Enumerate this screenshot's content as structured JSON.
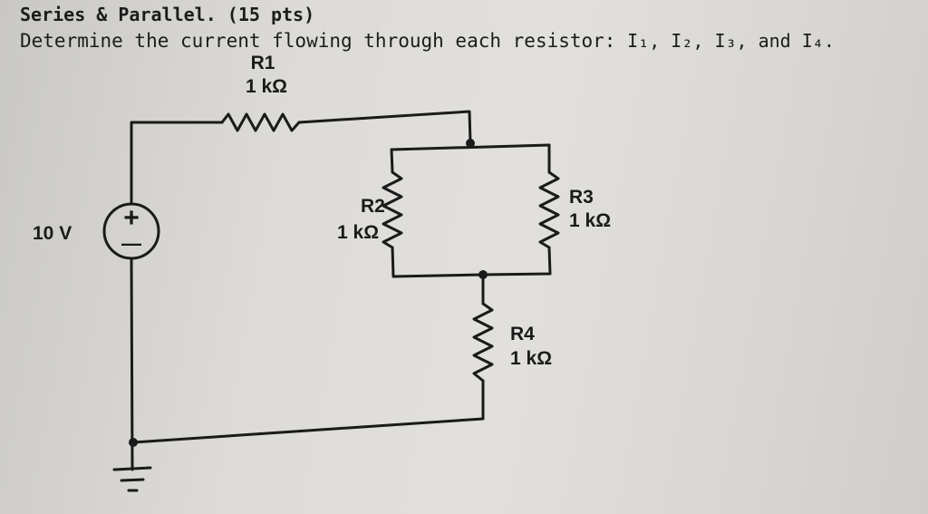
{
  "problem": {
    "title": "Series & Parallel. (15 pts)",
    "prompt": "Determine the current flowing through each resistor:",
    "targets": "I₁, I₂, I₃, and I₄."
  },
  "source": {
    "label": "10 V",
    "plus_symbol": "+",
    "minus_symbol": "—"
  },
  "resistors": [
    {
      "name": "R1",
      "value": "1 kΩ"
    },
    {
      "name": "R2",
      "value": "1 kΩ"
    },
    {
      "name": "R3",
      "value": "1 kΩ"
    },
    {
      "name": "R4",
      "value": "1 kΩ"
    }
  ],
  "colors": {
    "ink": "#1a1a1a",
    "paper": "#dddbd7"
  }
}
